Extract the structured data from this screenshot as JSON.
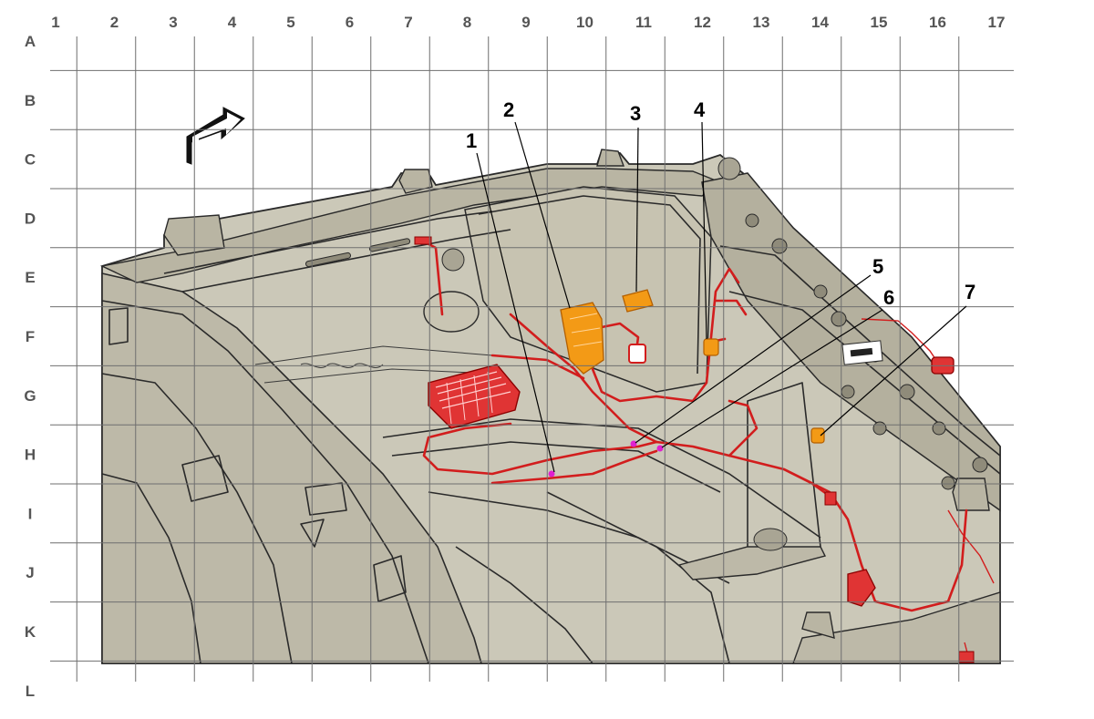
{
  "grid": {
    "columns": [
      "1",
      "2",
      "3",
      "4",
      "5",
      "6",
      "7",
      "8",
      "9",
      "10",
      "11",
      "12",
      "13",
      "14",
      "15",
      "16",
      "17"
    ],
    "rows": [
      "A",
      "B",
      "C",
      "D",
      "E",
      "F",
      "G",
      "H",
      "I",
      "J",
      "K",
      "L"
    ]
  },
  "callouts": [
    "1",
    "2",
    "3",
    "4",
    "5",
    "6",
    "7"
  ],
  "colors": {
    "body_fill": "#cbc8b8",
    "body_fill_dark": "#a9a594",
    "harness": "#d21d1d",
    "connector_orange": "#f39a16",
    "splice_magenta": "#e020d0",
    "grid_line": "#6f6f6f"
  },
  "icons": {
    "direction_arrow": "forward-arrow-icon"
  }
}
